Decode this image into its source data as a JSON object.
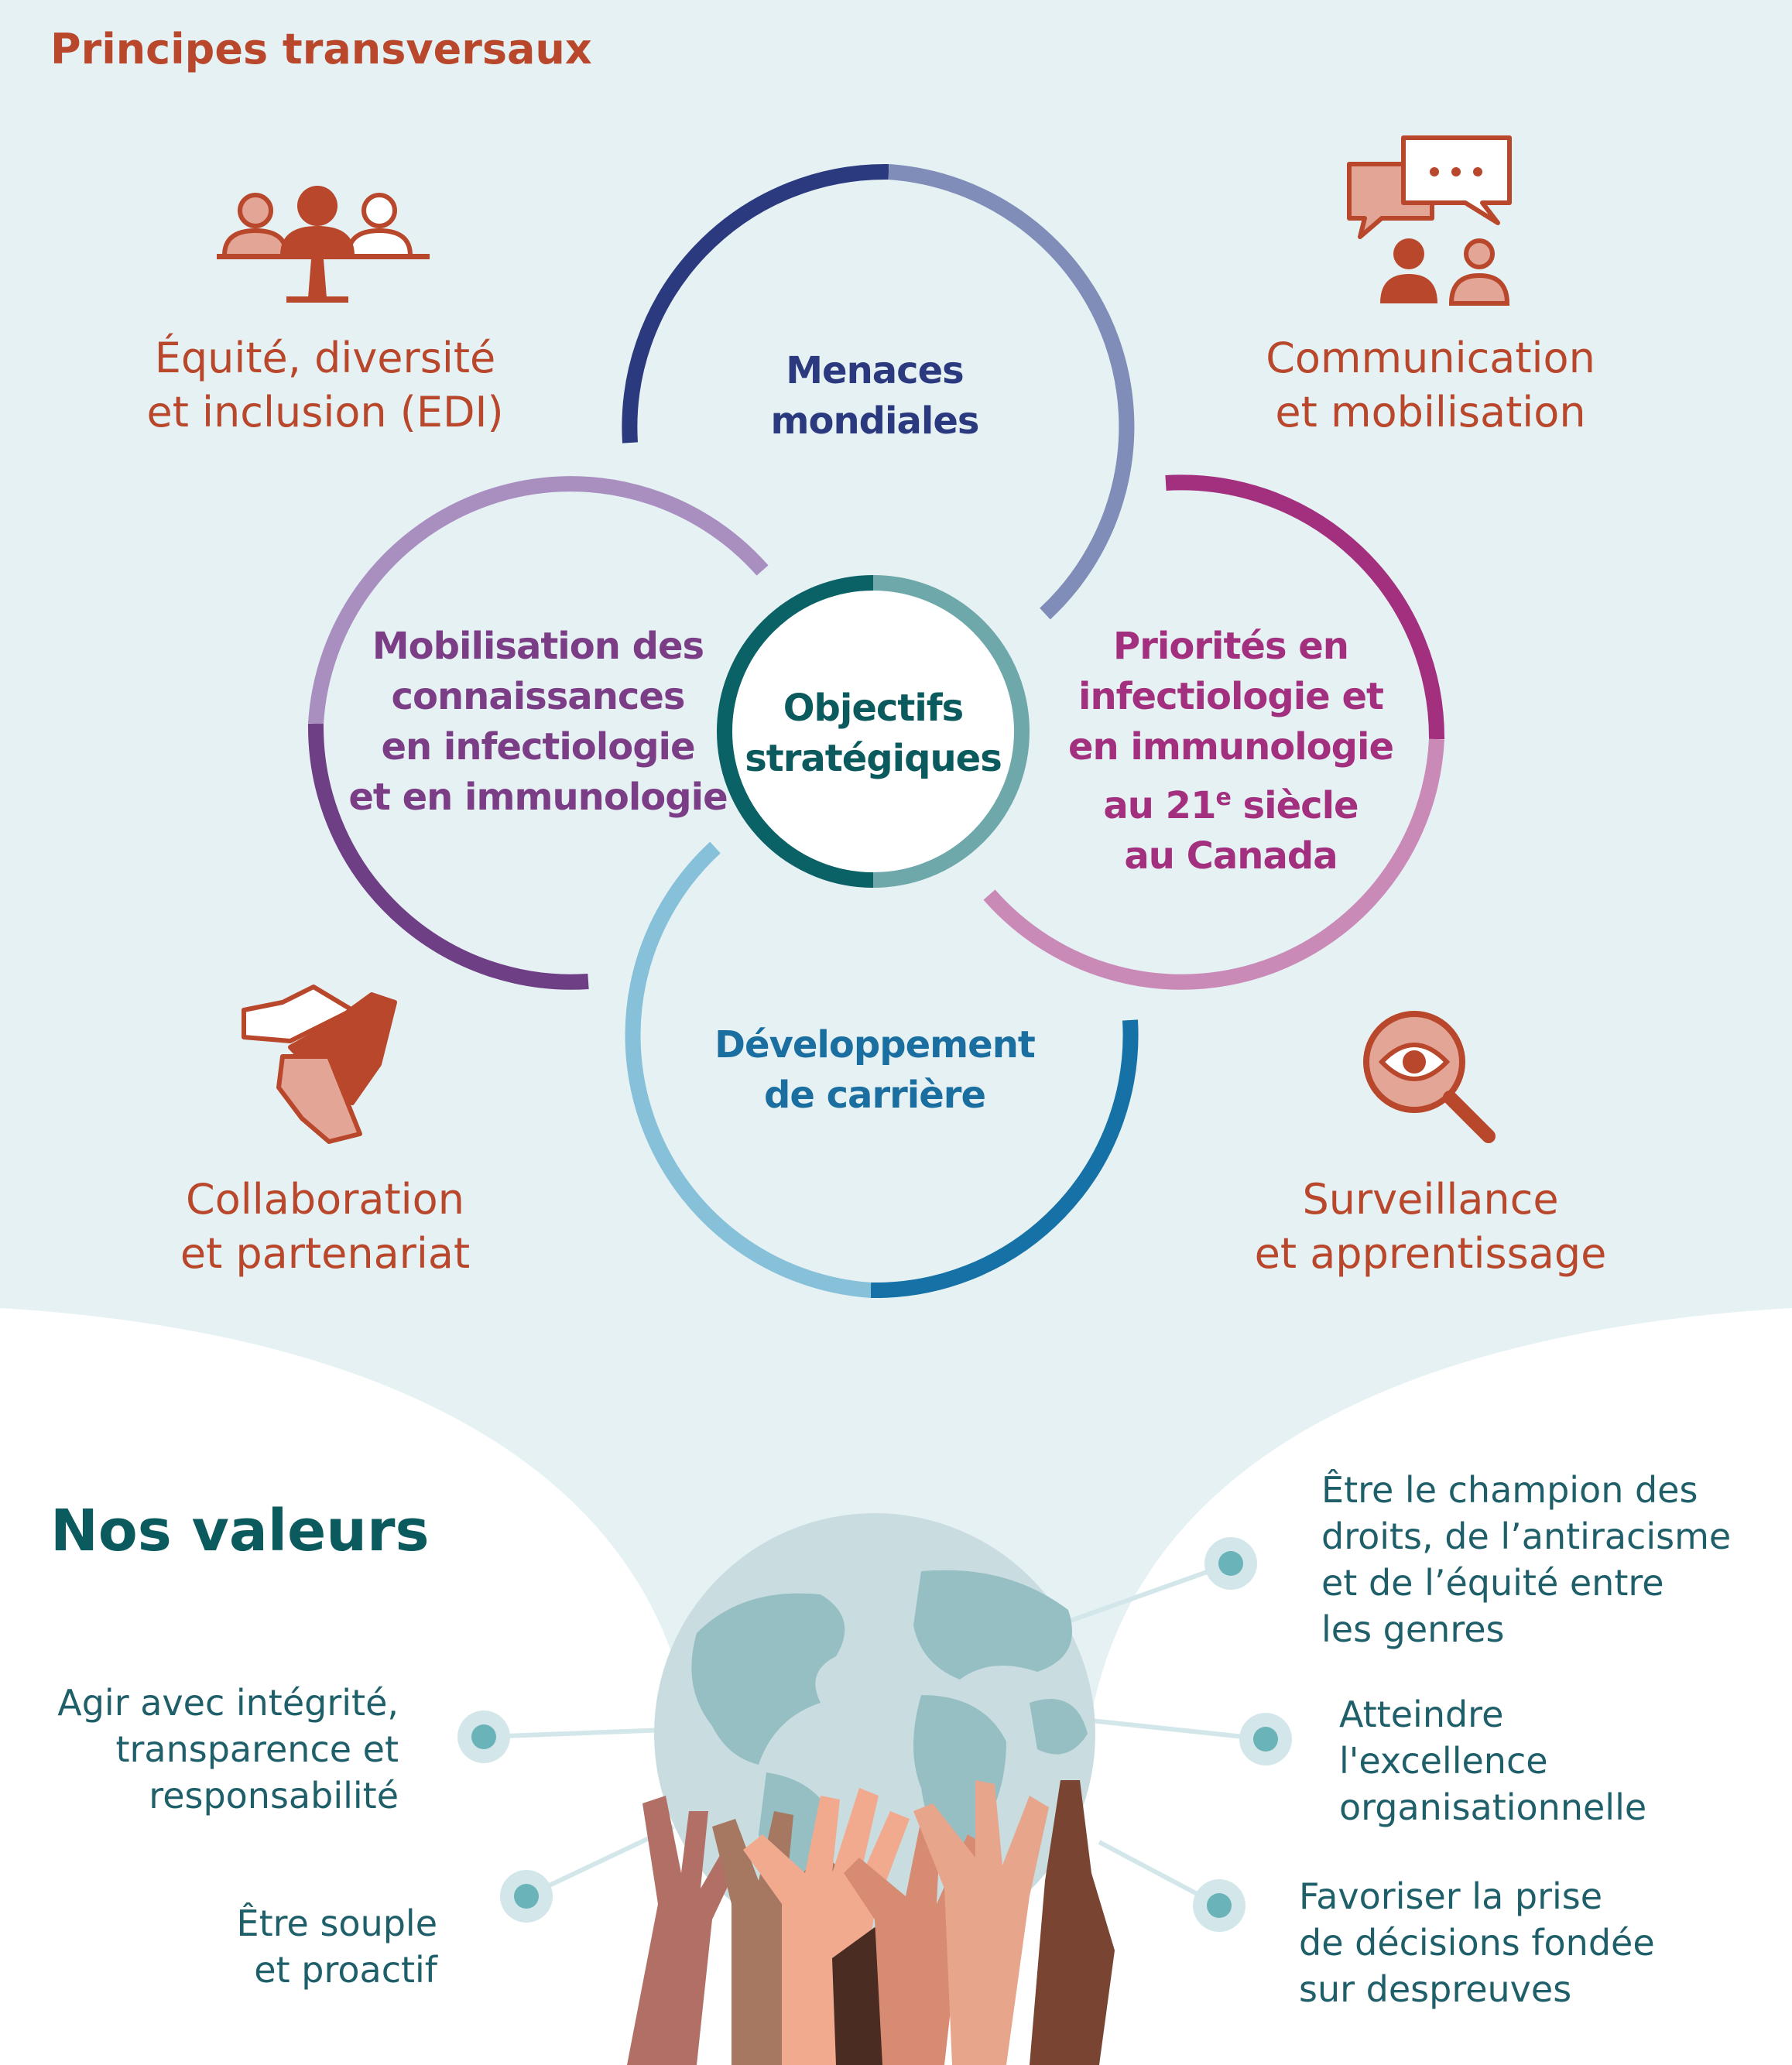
{
  "header": {
    "title": "Principes transversaux"
  },
  "principles": [
    {
      "id": "edi",
      "icon": "equity-scale-people-icon",
      "lines": [
        "Équité, diversité",
        "et inclusion (EDI)"
      ]
    },
    {
      "id": "communication",
      "icon": "speech-bubbles-people-icon",
      "lines": [
        "Communication",
        "et mobilisation"
      ]
    },
    {
      "id": "collaboration",
      "icon": "joined-hands-icon",
      "lines": [
        "Collaboration",
        "et partenariat"
      ]
    },
    {
      "id": "surveillance",
      "icon": "magnifier-eye-icon",
      "lines": [
        "Surveillance",
        "et apprentissage"
      ]
    }
  ],
  "objectives": {
    "center": {
      "lines": [
        "Objectifs",
        "stratégiques"
      ]
    },
    "circles": [
      {
        "id": "menaces",
        "lines": [
          "Menaces",
          "mondiales"
        ]
      },
      {
        "id": "mobilisation",
        "lines": [
          "Mobilisation des",
          "connaissances",
          "en infectiologie",
          "et en immunologie"
        ]
      },
      {
        "id": "priorites",
        "lines": [
          "Priorités en",
          "infectiologie et",
          "en immunologie",
          "au 21",
          "au Canada"
        ],
        "superscript": "e",
        "line4_suffix": " siècle"
      },
      {
        "id": "developpement",
        "lines": [
          "Développement",
          "de carrière"
        ]
      }
    ]
  },
  "values": {
    "title": "Nos valeurs",
    "items": [
      {
        "id": "integrite",
        "lines": [
          "Agir avec intégrité,",
          "transparence et",
          "responsabilité"
        ]
      },
      {
        "id": "souple",
        "lines": [
          "Être souple",
          "et proactif"
        ]
      },
      {
        "id": "champion",
        "lines": [
          "Être le champion des",
          "droits, de l’antiracisme",
          "et de l’équité entre",
          "les genres"
        ]
      },
      {
        "id": "excellence",
        "lines": [
          "Atteindre",
          "l'excellence",
          "organisationnelle"
        ]
      },
      {
        "id": "decisions",
        "lines": [
          "Favoriser la prise",
          "de décisions fondée",
          "sur despreuves"
        ]
      }
    ]
  },
  "colors": {
    "background_top": "#e6f1f4",
    "accent_orange": "#b8472b",
    "navy": "#2b3a7e",
    "purple": "#7b3d85",
    "magenta": "#a3307f",
    "blue": "#1b6fa0",
    "teal_dark": "#0a5a5e",
    "value_text": "#1e5f6a"
  }
}
